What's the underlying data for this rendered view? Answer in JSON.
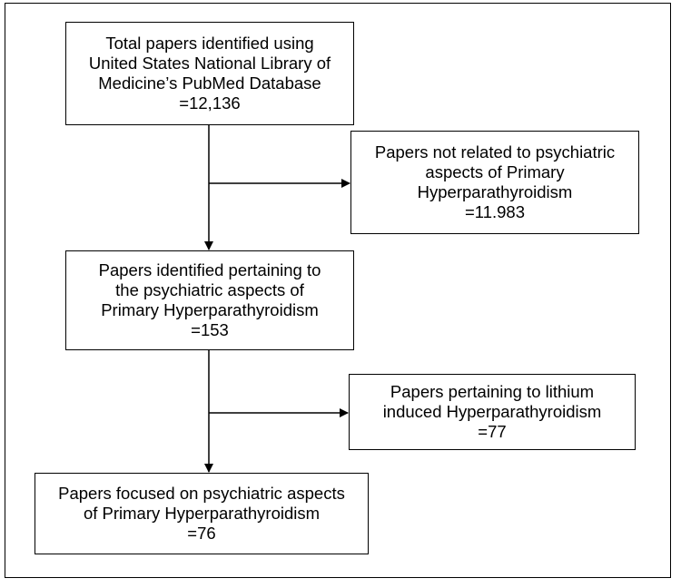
{
  "boxes": {
    "total": {
      "lines": [
        "Total papers identified using",
        "United States National Library of",
        "Medicine’s PubMed Database",
        "=12,136"
      ]
    },
    "not_related": {
      "lines": [
        "Papers not related to psychiatric",
        "aspects of Primary",
        "Hyperparathyroidism",
        "=11.983"
      ]
    },
    "psychiatric": {
      "lines": [
        "Papers identified pertaining to",
        "the psychiatric aspects of",
        "Primary Hyperparathyroidism",
        "=153"
      ]
    },
    "lithium": {
      "lines": [
        "Papers pertaining to lithium",
        "induced Hyperparathyroidism",
        "=77"
      ]
    },
    "focused": {
      "lines": [
        "Papers focused on psychiatric aspects",
        "of Primary Hyperparathyroidism",
        "=76"
      ]
    }
  }
}
